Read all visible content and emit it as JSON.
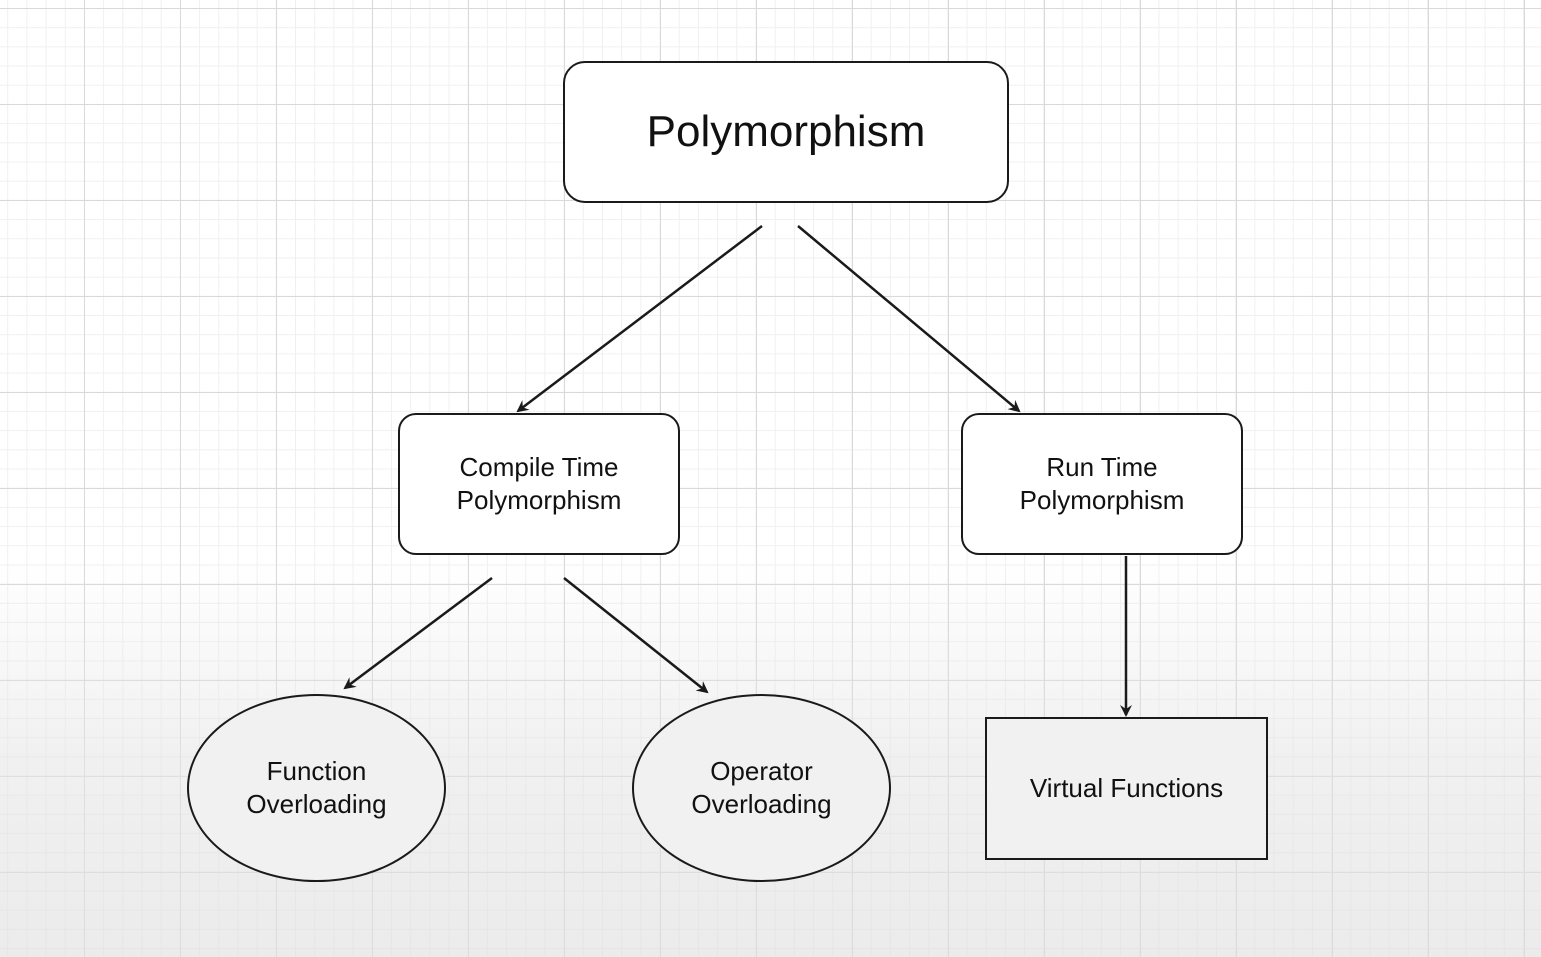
{
  "diagram": {
    "nodes": {
      "root": {
        "label": "Polymorphism"
      },
      "compile_time": {
        "label": "Compile Time\nPolymorphism"
      },
      "run_time": {
        "label": "Run Time\nPolymorphism"
      },
      "function_overloading": {
        "label": "Function\nOverloading"
      },
      "operator_overloading": {
        "label": "Operator\nOverloading"
      },
      "virtual_functions": {
        "label": "Virtual Functions"
      }
    },
    "edges": [
      {
        "from": "root",
        "to": "compile_time"
      },
      {
        "from": "root",
        "to": "run_time"
      },
      {
        "from": "compile_time",
        "to": "function_overloading"
      },
      {
        "from": "compile_time",
        "to": "operator_overloading"
      },
      {
        "from": "run_time",
        "to": "virtual_functions"
      }
    ],
    "colors": {
      "stroke": "#1a1a1a",
      "node_fill": "#ffffff",
      "leaf_fill": "#f1f1f1",
      "grid_major": "#d9d9d9",
      "grid_minor": "#f0f0f0"
    }
  }
}
